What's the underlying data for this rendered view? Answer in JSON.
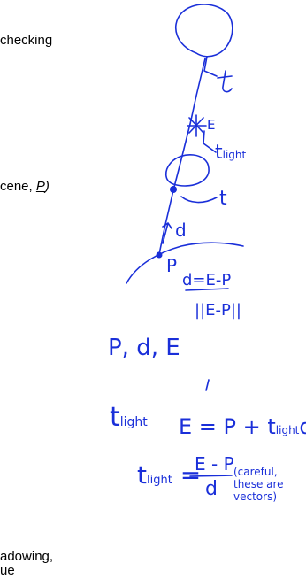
{
  "slide": {
    "line1": "checking",
    "line2_prefix": "cene, ",
    "line2_arg": "P",
    "line2_suffix": ")",
    "line3": "adowing,",
    "line4": "ue"
  },
  "annotations": {
    "t_top": "t",
    "E": "E",
    "t_light": "t",
    "t_light_sub": "light",
    "t_mid": "t",
    "d": "d",
    "P": "P",
    "d_def_num": "d=E-P",
    "d_def_den": "||E-P||",
    "vars": "P, d, E",
    "t_light_label": "t",
    "t_light_label_sub": "light",
    "eq1": "E = P + t",
    "eq1_sub": "light",
    "eq1_tail": "d",
    "eq2_lhs": "t",
    "eq2_lhs_sub": "light",
    "eq2_num": "E - P",
    "eq2_den": "d",
    "eq2_note": "(careful, these are vectors)"
  },
  "colors": {
    "ink": "#1a2fd9",
    "text": "#000000"
  }
}
